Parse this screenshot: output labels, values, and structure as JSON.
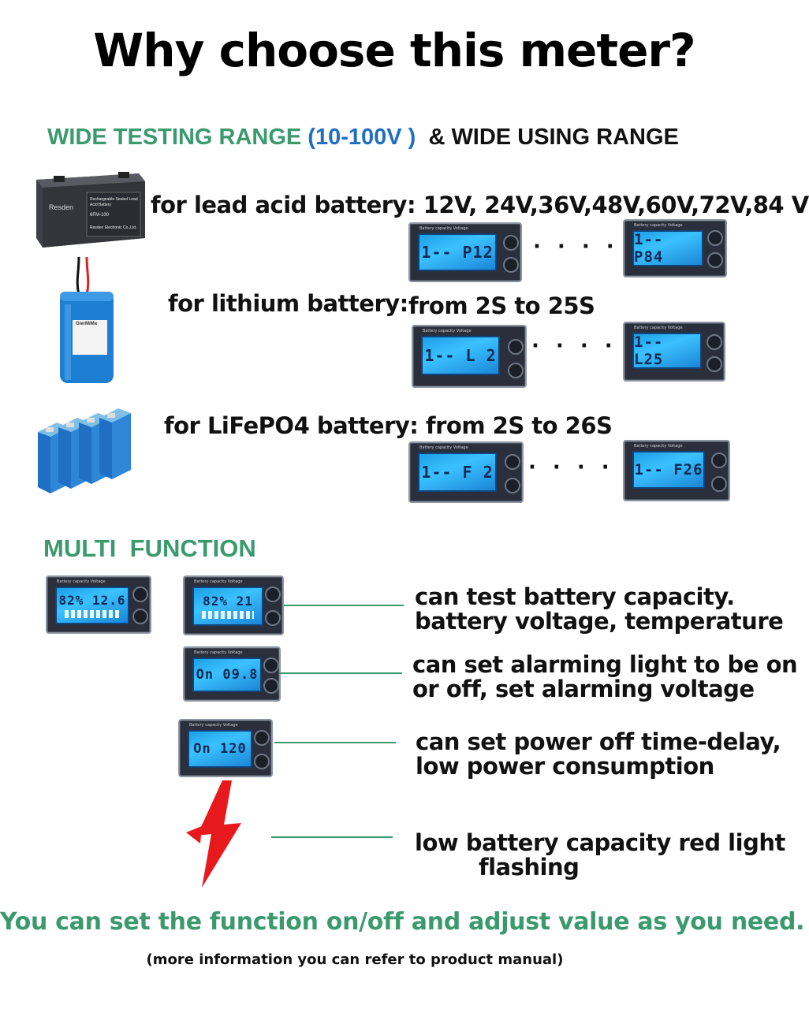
{
  "title": "Why choose this meter?",
  "range_heading": {
    "part1": "WIDE TESTING RANGE ",
    "part2": "(10-100V )",
    "part3": "& WIDE USING RANGE"
  },
  "rows": [
    {
      "label": "for lead acid battery:",
      "value": "12V, 24V,36V,48V,60V,72V,84 V",
      "meter_left": "1-- P12",
      "meter_right": "1-- P84",
      "dots": "· · · · · · ·"
    },
    {
      "label": "for lithium battery:",
      "value": "from 2S to 25S",
      "meter_left": "1-- L 2",
      "meter_right": "1-- L25",
      "dots": "· · · · · · ·"
    },
    {
      "label": "for LiFePO4 battery:",
      "value": "from 2S to 26S",
      "meter_left": "1-- F 2",
      "meter_right": "1-- F26",
      "dots": "· · · · · · ·"
    }
  ],
  "battery_labels": {
    "lead_acid_brand": "Resden",
    "lead_acid_text": "Rechargeable Sealed Lead Acid Battery",
    "lead_acid_model": "6FM-100",
    "lead_acid_maker": "Resden Electronic Co.,Ltd.",
    "lithium_brand": "GierMiMa"
  },
  "meter_caption": "Battery capacity Voltage",
  "multi_heading": "MULTI  FUNCTION",
  "functions": [
    {
      "lines": [
        "can test battery capacity.",
        "battery voltage, temperature"
      ],
      "meter_a": "82% 12.6",
      "meter_b": "82% 21"
    },
    {
      "lines": [
        "can set alarming light to be on",
        "or off, set alarming voltage"
      ],
      "meter": "On 09.8"
    },
    {
      "lines": [
        "can set power off time-delay,",
        "low power consumption"
      ],
      "meter": "On 120"
    },
    {
      "lines": [
        "low battery capacity red light",
        "flashing"
      ]
    }
  ],
  "colors": {
    "accent_green": "#3a9a6e",
    "accent_blue": "#1f6fc4",
    "lcd_blue": "#2bb0f5",
    "flash_red": "#e8191c"
  },
  "footer": {
    "main": "You can set the function on/off and adjust value as you need.",
    "note": "(more information you can refer to product manual)"
  }
}
